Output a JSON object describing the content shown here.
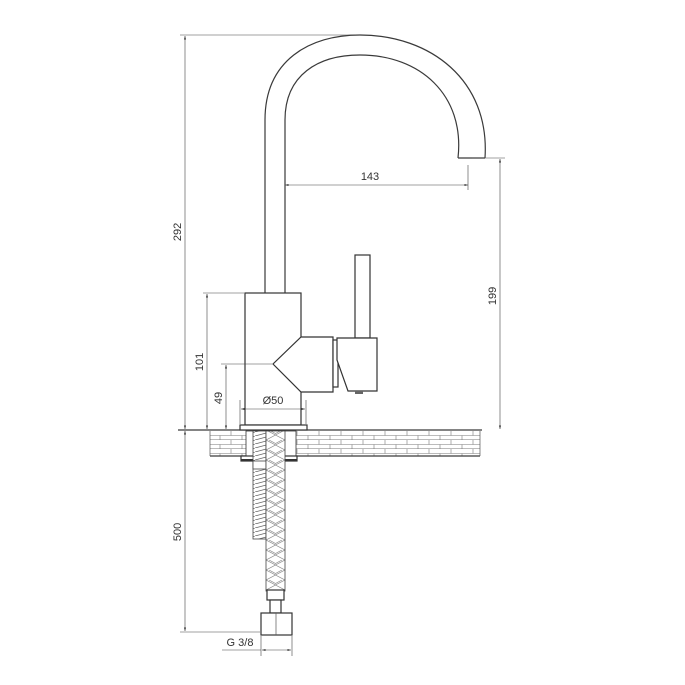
{
  "dimensions": {
    "total_height": "292",
    "spout_reach": "143",
    "spout_height": "199",
    "body_height": "101",
    "wedge_height": "49",
    "body_diameter": "Ø50",
    "hose_length": "500",
    "connector_thread": "G 3/8"
  },
  "colors": {
    "line": "#333333",
    "background": "#ffffff"
  }
}
